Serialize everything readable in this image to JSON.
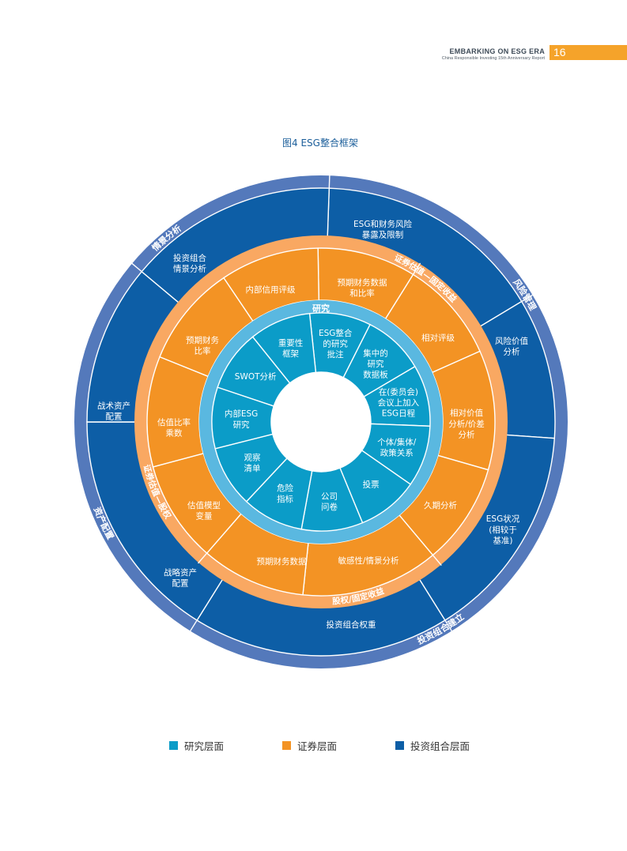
{
  "header": {
    "title": "EMBARKING ON ESG ERA",
    "subtitle": "China Responsible Investing 15th Anniversary Report",
    "page_number": "16"
  },
  "figure": {
    "title": "图4 ESG整合框架"
  },
  "colors": {
    "research": "#0b9cc8",
    "research_band": "#5ab8e0",
    "securities": "#f39324",
    "securities_band": "#f9a862",
    "portfolio": "#0d5ea6",
    "portfolio_band": "#5479bb"
  },
  "research_band_label": "研究",
  "research_segments": [
    [
      "ESG整合",
      "的研究",
      "批注"
    ],
    [
      "集中的",
      "研究",
      "数据板"
    ],
    [
      "在(委员会)",
      "会议上加入",
      "ESG日程"
    ],
    [
      "个体/集体/",
      "政策关系"
    ],
    [
      "投票"
    ],
    [
      "公司",
      "问卷"
    ],
    [
      "危险",
      "指标"
    ],
    [
      "观察",
      "清单"
    ],
    [
      "内部ESG",
      "研究"
    ],
    [
      "SWOT分析"
    ],
    [
      "重要性",
      "框架"
    ]
  ],
  "securities_segments": [
    [
      "预期财务数据",
      "和比率"
    ],
    [
      "相对评级"
    ],
    [
      "相对价值",
      "分析/价差",
      "分析"
    ],
    [
      "久期分析"
    ],
    [
      "敏感性/情景分析"
    ],
    [
      "预期财务数据"
    ],
    [
      "估值模型",
      "变量"
    ],
    [
      "估值比率",
      "乘数"
    ],
    [
      "预期财务",
      "比率"
    ],
    [
      "内部信用评级"
    ]
  ],
  "securities_band_labels": [
    "证券估值—固定收益",
    "股权/固定收益",
    "证券估值—股权"
  ],
  "portfolio_segments": [
    [
      "ESG和财务风险",
      "暴露及限制"
    ],
    [
      "风险价值",
      "分析"
    ],
    [
      "ESG状况",
      "(相较于",
      "基准)"
    ],
    [
      "投资组合权重"
    ],
    [
      "战略资产",
      "配置"
    ],
    [
      "战术资产",
      "配置"
    ],
    [
      "投资组合",
      "情景分析"
    ]
  ],
  "portfolio_band_labels": [
    "风险管理",
    "投资组合建立",
    "资产配置",
    "情景分析"
  ],
  "legend": [
    {
      "label": "研究层面",
      "color": "#0b9cc8"
    },
    {
      "label": "证券层面",
      "color": "#f39324"
    },
    {
      "label": "投资组合层面",
      "color": "#0d5ea6"
    }
  ]
}
